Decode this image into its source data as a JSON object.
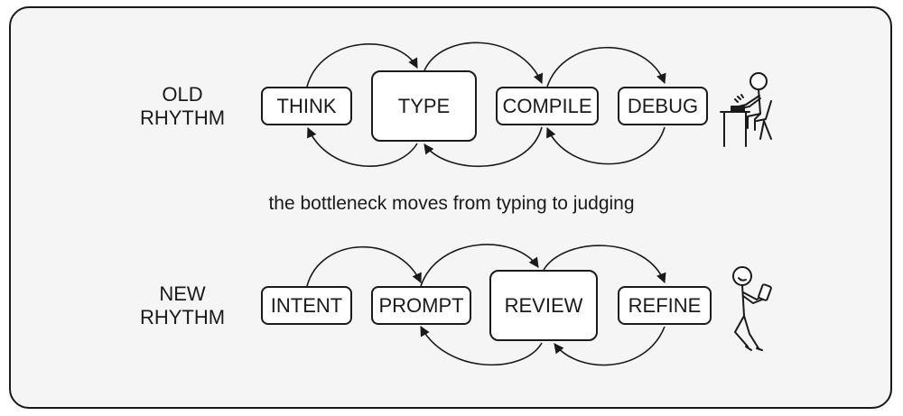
{
  "old_rhythm": {
    "label_lines": [
      "OLD",
      "RHYTHM"
    ],
    "steps": [
      "THINK",
      "TYPE",
      "COMPILE",
      "DEBUG"
    ],
    "emphasized_step": "TYPE"
  },
  "caption": "the bottleneck moves from typing to judging",
  "new_rhythm": {
    "label_lines": [
      "NEW",
      "RHYTHM"
    ],
    "steps": [
      "INTENT",
      "PROMPT",
      "REVIEW",
      "REFINE"
    ],
    "emphasized_step": "REVIEW"
  },
  "figures": {
    "old": "person-typing-at-desk-icon",
    "new": "person-walking-with-phone-icon"
  },
  "colors": {
    "stroke": "#1a1a1a",
    "panel": "#f5f5f5",
    "box": "#ffffff"
  }
}
